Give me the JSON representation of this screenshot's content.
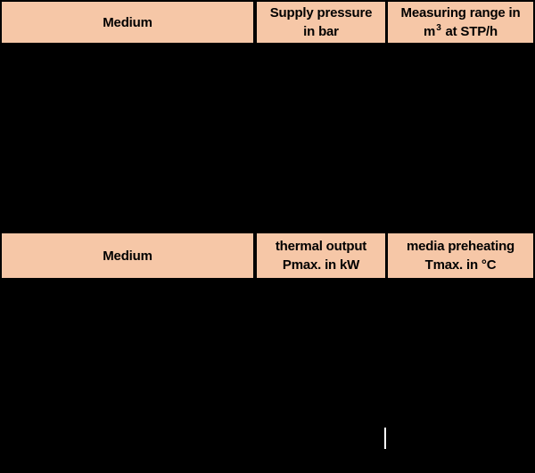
{
  "page": {
    "background_color": "#000000",
    "header_fill_color": "#F6C7A7",
    "header_text_color": "#000000",
    "caret_color": "#FFFFFF"
  },
  "table1": {
    "header": {
      "medium": "Medium",
      "col2_line1": "Supply pressure",
      "col2_line2": "in bar",
      "col3_line1": "Measuring range in",
      "col3_line2_prefix": "m",
      "col3_line2_sup": "3",
      "col3_line2_suffix": " at STP/h"
    }
  },
  "table2": {
    "header": {
      "medium": "Medium",
      "col2_line1": "thermal output",
      "col2_line2": "Pmax. in kW",
      "col3_line1": "media preheating",
      "col3_line2": "Tmax. in °C"
    }
  }
}
